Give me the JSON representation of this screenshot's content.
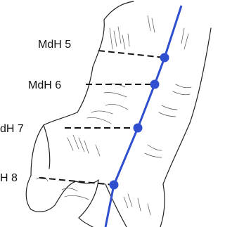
{
  "diagram": {
    "meridian_color": "#2f4fcf",
    "point_color": "#2f4fcf",
    "points": [
      {
        "id": "mdh5",
        "label": "MdH 5"
      },
      {
        "id": "mdh6",
        "label": "MdH 6"
      },
      {
        "id": "mdh7",
        "label": "dH 7"
      },
      {
        "id": "mdh8",
        "label": "H 8"
      }
    ]
  }
}
